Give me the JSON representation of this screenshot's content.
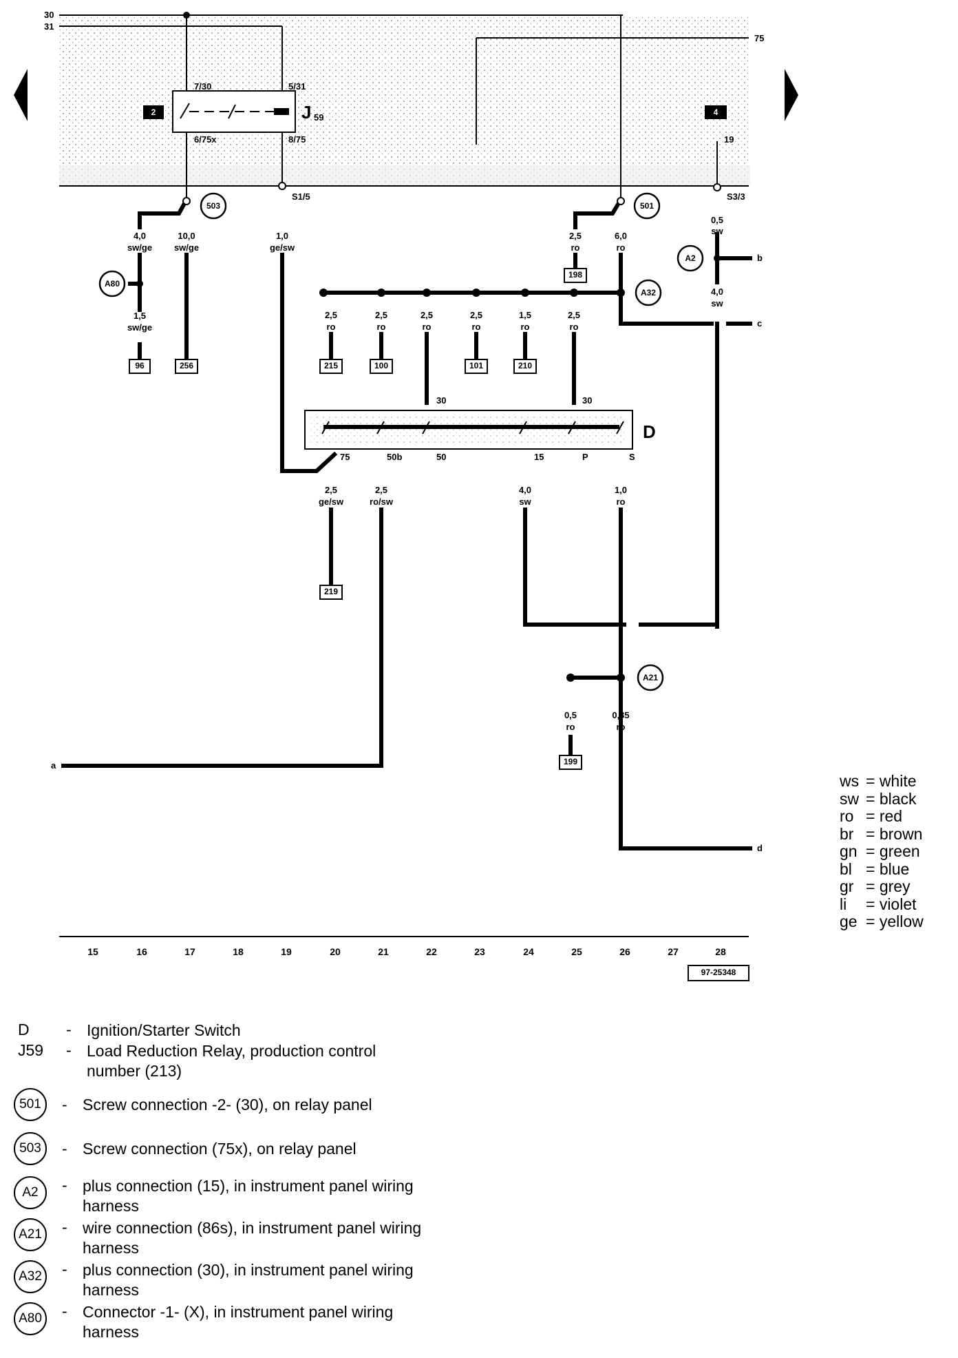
{
  "terminals": {
    "t30": "30",
    "t31": "31",
    "t75": "75",
    "b": "b",
    "c": "c",
    "a": "a",
    "d": "d"
  },
  "relay": {
    "id": "J59",
    "box": "2",
    "pin_7_30": "7/30",
    "pin_5_31": "5/31",
    "pin_6_75x": "6/75x",
    "pin_8_75": "8/75",
    "sub": "59"
  },
  "fuse_box4": {
    "label": "4",
    "pin": "19"
  },
  "plugs": {
    "s1_5": "S1/5",
    "s3_3": "S3/3"
  },
  "wires": [
    {
      "id": "w1",
      "size": "4,0",
      "color": "sw/ge"
    },
    {
      "id": "w2",
      "size": "10,0",
      "color": "sw/ge"
    },
    {
      "id": "w3",
      "size": "1,0",
      "color": "ge/sw"
    },
    {
      "id": "w4",
      "size": "2,5",
      "color": "ro"
    },
    {
      "id": "w5",
      "size": "6,0",
      "color": "ro"
    },
    {
      "id": "w6",
      "size": "0,5",
      "color": "sw"
    },
    {
      "id": "w7",
      "size": "1,5",
      "color": "sw/ge"
    },
    {
      "id": "w8",
      "size": "4,0",
      "color": "sw"
    },
    {
      "id": "w9",
      "size": "2,5",
      "color": "ro"
    },
    {
      "id": "w10",
      "size": "2,5",
      "color": "ro"
    },
    {
      "id": "w11",
      "size": "2,5",
      "color": "ro"
    },
    {
      "id": "w12",
      "size": "2,5",
      "color": "ro"
    },
    {
      "id": "w13",
      "size": "1,5",
      "color": "ro"
    },
    {
      "id": "w14",
      "size": "2,5",
      "color": "ro"
    },
    {
      "id": "w15",
      "size": "2,5",
      "color": "ge/sw"
    },
    {
      "id": "w16",
      "size": "2,5",
      "color": "ro/sw"
    },
    {
      "id": "w17",
      "size": "4,0",
      "color": "sw"
    },
    {
      "id": "w18",
      "size": "1,0",
      "color": "ro"
    },
    {
      "id": "w19",
      "size": "0,5",
      "color": "ro"
    },
    {
      "id": "w20",
      "size": "0,35",
      "color": "ro"
    }
  ],
  "refs": [
    "96",
    "256",
    "198",
    "215",
    "100",
    "101",
    "210",
    "219",
    "199"
  ],
  "circles": {
    "c503": "503",
    "c501": "501",
    "cA80": "A80",
    "cA2": "A2",
    "cA32": "A32",
    "cA21": "A21"
  },
  "switch": {
    "id": "D",
    "p30a": "30",
    "p30b": "30",
    "p75": "75",
    "p50b": "50b",
    "p50": "50",
    "p15": "15",
    "pP": "P",
    "pS": "S"
  },
  "columns": [
    "15",
    "16",
    "17",
    "18",
    "19",
    "20",
    "21",
    "22",
    "23",
    "24",
    "25",
    "26",
    "27",
    "28"
  ],
  "diagram_id": "97-25348",
  "color_legend": [
    {
      "abbr": "ws",
      "name": "= white"
    },
    {
      "abbr": "sw",
      "name": "= black"
    },
    {
      "abbr": "ro",
      "name": "= red"
    },
    {
      "abbr": "br",
      "name": "= brown"
    },
    {
      "abbr": "gn",
      "name": "= green"
    },
    {
      "abbr": "bl",
      "name": "= blue"
    },
    {
      "abbr": "gr",
      "name": "= grey"
    },
    {
      "abbr": "li",
      "name": "= violet"
    },
    {
      "abbr": "ge",
      "name": "= yellow"
    }
  ],
  "components": [
    {
      "code": "D",
      "desc": "Ignition/Starter Switch"
    },
    {
      "code": "J59",
      "desc": "Load Reduction Relay, production control number (213)"
    },
    {
      "code": "501",
      "desc": "Screw connection -2- (30), on relay panel"
    },
    {
      "code": "503",
      "desc": "Screw connection (75x), on relay panel"
    },
    {
      "code": "A2",
      "desc": "plus connection (15), in instrument panel wiring harness"
    },
    {
      "code": "A21",
      "desc": "wire connection (86s), in instrument panel wiring harness"
    },
    {
      "code": "A32",
      "desc": "plus connection (30), in instrument panel wiring harness"
    },
    {
      "code": "A80",
      "desc": "Connector -1- (X), in instrument panel wiring harness"
    }
  ],
  "dash": "-"
}
